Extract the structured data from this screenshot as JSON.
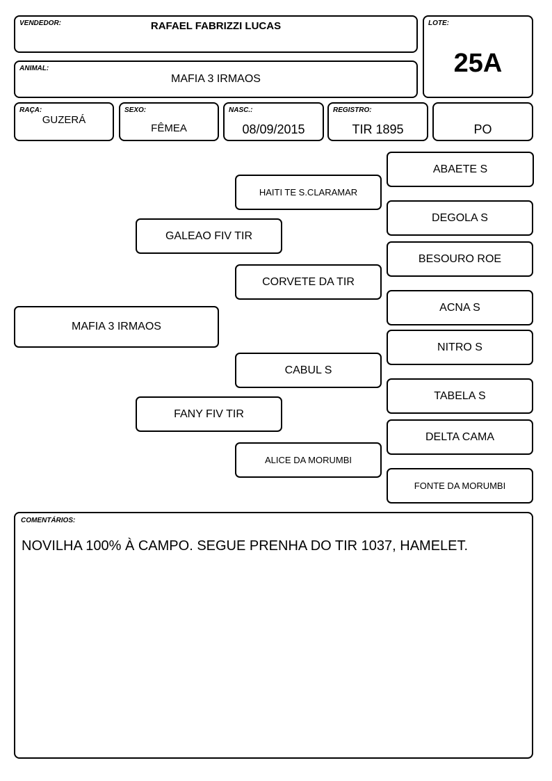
{
  "header": {
    "vendedor_label": "VENDEDOR:",
    "vendedor": "RAFAEL FABRIZZI LUCAS",
    "lote_label": "LOTE:",
    "lote": "25A",
    "animal_label": "ANIMAL:",
    "animal": "MAFIA 3 IRMAOS"
  },
  "details": {
    "raca_label": "RAÇA:",
    "raca": "GUZERÁ",
    "sexo_label": "SEXO:",
    "sexo": "FÊMEA",
    "nasc_label": "NASC.:",
    "nasc": "08/09/2015",
    "registro_label": "REGISTRO:",
    "registro": "TIR 1895",
    "categoria": "PO"
  },
  "pedigree": {
    "animal": "MAFIA 3 IRMAOS",
    "sire": "GALEAO FIV TIR",
    "dam": "FANY FIV TIR",
    "sire_sire": "HAITI TE S.CLARAMAR",
    "sire_dam": "CORVETE DA TIR",
    "dam_sire": "CABUL S",
    "dam_dam": "ALICE DA MORUMBI",
    "ggp": [
      "ABAETE S",
      "DEGOLA S",
      "BESOURO ROE",
      "ACNA S",
      "NITRO S",
      "TABELA S",
      "DELTA CAMA",
      "FONTE DA MORUMBI"
    ]
  },
  "comments": {
    "label": "COMENTÁRIOS:",
    "text": "NOVILHA 100% À CAMPO. SEGUE PRENHA DO TIR 1037, HAMELET."
  }
}
